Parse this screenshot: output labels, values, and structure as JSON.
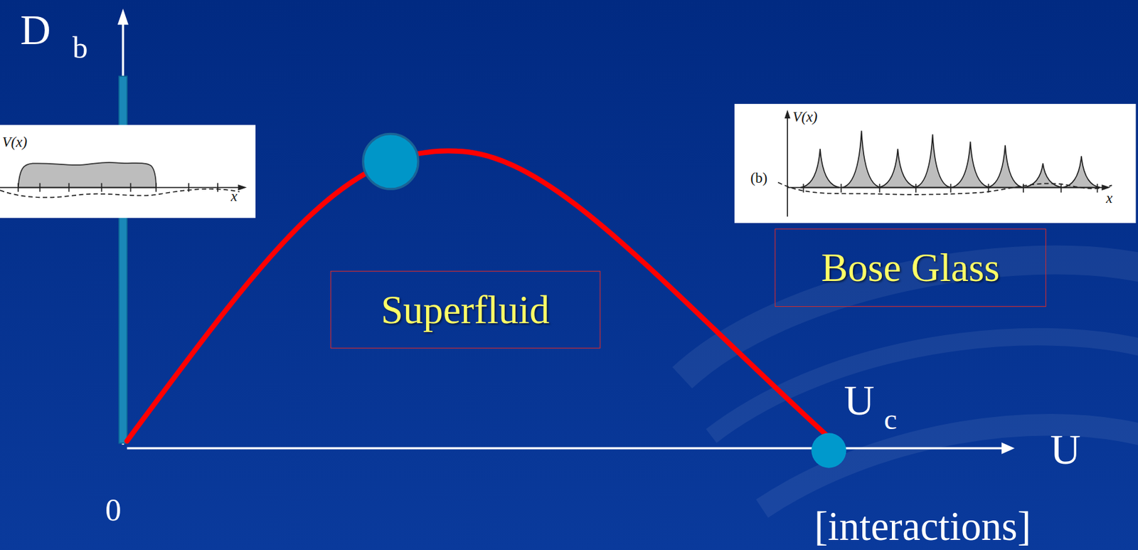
{
  "diagram": {
    "nodes": [
      {
        "text": [
          "V(x)",
          "x"
        ]
      },
      {
        "text": [
          "V(x)",
          "(b)",
          "x"
        ]
      },
      {
        "text": [
          "Bose Glass"
        ]
      },
      {
        "text": [
          "Superfluid"
        ]
      }
    ],
    "labels": [
      "D",
      "b",
      "0",
      "U",
      "c",
      "U",
      "[interactions]"
    ]
  }
}
